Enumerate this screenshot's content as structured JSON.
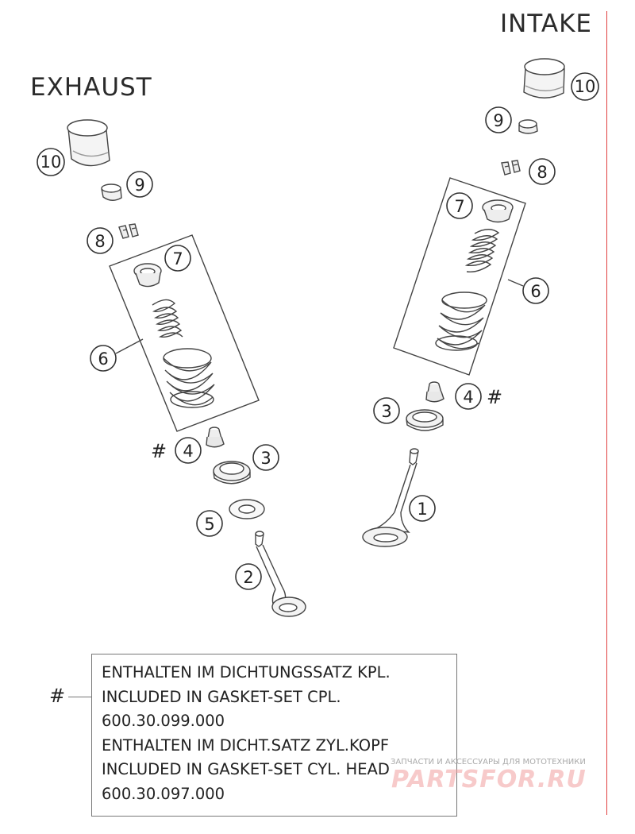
{
  "headings": {
    "exhaust": "EXHAUST",
    "intake": "INTAKE"
  },
  "callouts": {
    "ex_10": "10",
    "ex_9": "9",
    "ex_8": "8",
    "ex_7": "7",
    "ex_6": "6",
    "ex_4": "4",
    "ex_3": "3",
    "ex_5": "5",
    "ex_2": "2",
    "in_10": "10",
    "in_9": "9",
    "in_8": "8",
    "in_7": "7",
    "in_6": "6",
    "in_4": "4",
    "in_3": "3",
    "in_1": "1"
  },
  "hash_marks": {
    "exhaust_seal": "#",
    "intake_seal": "#",
    "legend": "#"
  },
  "legend": {
    "lines": [
      "ENTHALTEN IM DICHTUNGSSATZ KPL.",
      "INCLUDED IN GASKET-SET CPL.",
      "600.30.099.000",
      "ENTHALTEN IM DICHT.SATZ ZYL.KOPF",
      "INCLUDED IN GASKET-SET CYL. HEAD",
      "600.30.097.000"
    ]
  },
  "watermark": {
    "caption": "ЗАПЧАСТИ И АКСЕССУАРЫ ДЛЯ МОТОТЕХНИКИ",
    "logo": "PARTSFOR.RU"
  },
  "colors": {
    "line": "#444444",
    "border_right": "#e04040",
    "watermark": "#f2a0a0"
  }
}
